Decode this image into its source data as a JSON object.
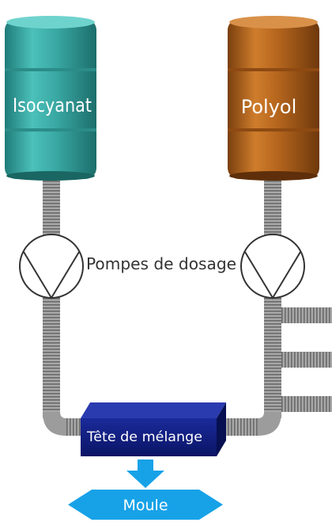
{
  "diagram": {
    "barrel_left": {
      "label": "Isocyanat",
      "color": "#3aa9a4"
    },
    "barrel_right": {
      "label": "Polyol",
      "color": "#b5651d"
    },
    "pumps_label": "Pompes de dosage",
    "mixing_head": {
      "label": "Tête de mélange",
      "color": "#0d1a7a"
    },
    "mold": {
      "label": "Moule",
      "color": "#17a2e8"
    }
  }
}
